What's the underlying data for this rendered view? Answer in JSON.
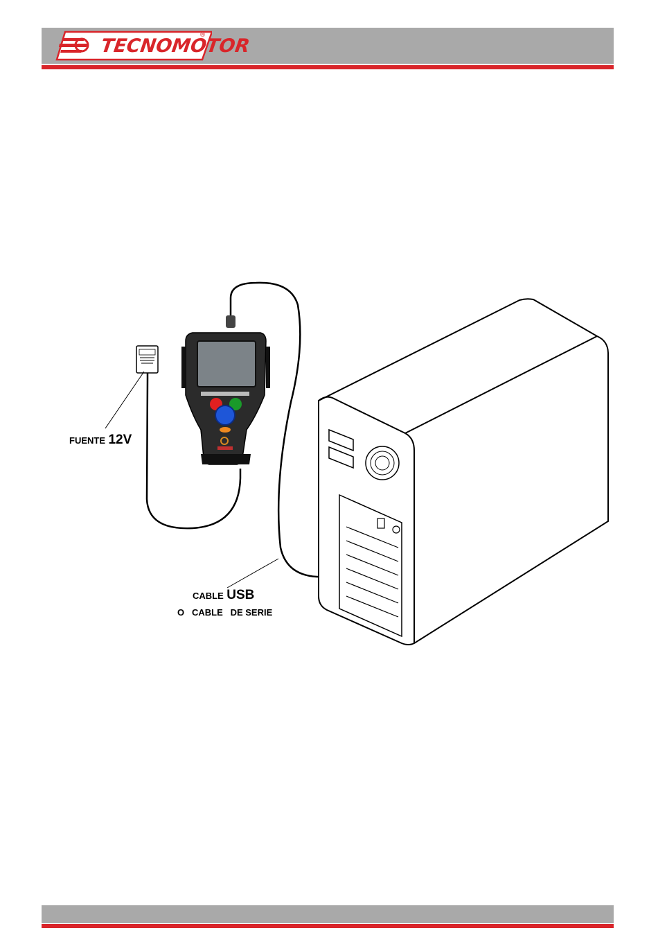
{
  "header": {
    "brand": "TECNOMOTOR",
    "registered_mark": "®",
    "colors": {
      "bar": "#a9a9a9",
      "accent": "#d9252a"
    }
  },
  "diagram": {
    "power_label_small": "FUENTE",
    "power_label_big": "12V",
    "cable_label_small": "CABLE",
    "cable_label_big": "USB",
    "cable_alt_o": "O",
    "cable_alt_cable": "CABLE",
    "cable_alt_serie": "DE SERIE"
  },
  "footer": {}
}
